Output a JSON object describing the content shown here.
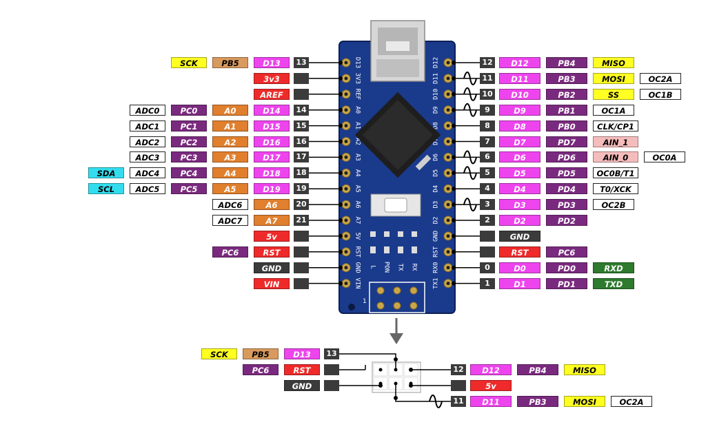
{
  "colors": {
    "yellow": "#ffff22",
    "orange": "#e07f2d",
    "ltorange": "#d99a5e",
    "magenta": "#ee44ee",
    "purple": "#7a2a7e",
    "red": "#ee2a2a",
    "dark": "#3b3b3b",
    "white": "#ffffff",
    "cyan": "#33ddee",
    "pink": "#f5bcbc",
    "green": "#2e7a2e",
    "board": "#1a3a8c"
  },
  "left_rows": [
    {
      "pin": "13",
      "labels": [
        {
          "t": "D13",
          "c": "magenta"
        },
        {
          "t": "PB5",
          "c": "ltorange"
        },
        {
          "t": "SCK",
          "c": "yellow"
        }
      ]
    },
    {
      "pin": "",
      "labels": [
        {
          "t": "3v3",
          "c": "red"
        }
      ]
    },
    {
      "pin": "",
      "labels": [
        {
          "t": "AREF",
          "c": "red"
        }
      ]
    },
    {
      "pin": "14",
      "labels": [
        {
          "t": "D14",
          "c": "magenta"
        },
        {
          "t": "A0",
          "c": "orange"
        },
        {
          "t": "PC0",
          "c": "purple"
        },
        {
          "t": "ADC0",
          "c": "white"
        }
      ]
    },
    {
      "pin": "15",
      "labels": [
        {
          "t": "D15",
          "c": "magenta"
        },
        {
          "t": "A1",
          "c": "orange"
        },
        {
          "t": "PC1",
          "c": "purple"
        },
        {
          "t": "ADC1",
          "c": "white"
        }
      ]
    },
    {
      "pin": "16",
      "labels": [
        {
          "t": "D16",
          "c": "magenta"
        },
        {
          "t": "A2",
          "c": "orange"
        },
        {
          "t": "PC2",
          "c": "purple"
        },
        {
          "t": "ADC2",
          "c": "white"
        }
      ]
    },
    {
      "pin": "17",
      "labels": [
        {
          "t": "D17",
          "c": "magenta"
        },
        {
          "t": "A3",
          "c": "orange"
        },
        {
          "t": "PC3",
          "c": "purple"
        },
        {
          "t": "ADC3",
          "c": "white"
        }
      ]
    },
    {
      "pin": "18",
      "labels": [
        {
          "t": "D18",
          "c": "magenta"
        },
        {
          "t": "A4",
          "c": "orange"
        },
        {
          "t": "PC4",
          "c": "purple"
        },
        {
          "t": "ADC4",
          "c": "white"
        },
        {
          "t": "SDA",
          "c": "cyan"
        }
      ]
    },
    {
      "pin": "19",
      "labels": [
        {
          "t": "D19",
          "c": "magenta"
        },
        {
          "t": "A5",
          "c": "orange"
        },
        {
          "t": "PC5",
          "c": "purple"
        },
        {
          "t": "ADC5",
          "c": "white"
        },
        {
          "t": "SCL",
          "c": "cyan"
        }
      ]
    },
    {
      "pin": "20",
      "labels": [
        {
          "t": "A6",
          "c": "orange"
        },
        {
          "t": "ADC6",
          "c": "white"
        }
      ]
    },
    {
      "pin": "21",
      "labels": [
        {
          "t": "A7",
          "c": "orange"
        },
        {
          "t": "ADC7",
          "c": "white"
        }
      ]
    },
    {
      "pin": "",
      "labels": [
        {
          "t": "5v",
          "c": "red"
        }
      ]
    },
    {
      "pin": "",
      "labels": [
        {
          "t": "RST",
          "c": "red"
        },
        {
          "t": "PC6",
          "c": "purple"
        }
      ]
    },
    {
      "pin": "",
      "labels": [
        {
          "t": "GND",
          "c": "dark"
        }
      ]
    },
    {
      "pin": "",
      "labels": [
        {
          "t": "VIN",
          "c": "red"
        }
      ]
    }
  ],
  "right_rows": [
    {
      "pin": "12",
      "pwm": false,
      "labels": [
        {
          "t": "D12",
          "c": "magenta"
        },
        {
          "t": "PB4",
          "c": "purple"
        },
        {
          "t": "MISO",
          "c": "yellow"
        }
      ]
    },
    {
      "pin": "11",
      "pwm": true,
      "labels": [
        {
          "t": "D11",
          "c": "magenta"
        },
        {
          "t": "PB3",
          "c": "purple"
        },
        {
          "t": "MOSI",
          "c": "yellow"
        },
        {
          "t": "OC2A",
          "c": "white"
        }
      ]
    },
    {
      "pin": "10",
      "pwm": true,
      "labels": [
        {
          "t": "D10",
          "c": "magenta"
        },
        {
          "t": "PB2",
          "c": "purple"
        },
        {
          "t": "SS",
          "c": "yellow"
        },
        {
          "t": "OC1B",
          "c": "white"
        }
      ]
    },
    {
      "pin": "9",
      "pwm": true,
      "labels": [
        {
          "t": "D9",
          "c": "magenta"
        },
        {
          "t": "PB1",
          "c": "purple"
        },
        {
          "t": "OC1A",
          "c": "white"
        }
      ]
    },
    {
      "pin": "8",
      "pwm": false,
      "labels": [
        {
          "t": "D8",
          "c": "magenta"
        },
        {
          "t": "PB0",
          "c": "purple"
        },
        {
          "t": "CLK/CP1",
          "c": "white"
        }
      ]
    },
    {
      "pin": "7",
      "pwm": false,
      "labels": [
        {
          "t": "D7",
          "c": "magenta"
        },
        {
          "t": "PD7",
          "c": "purple"
        },
        {
          "t": "AIN_1",
          "c": "pink"
        }
      ]
    },
    {
      "pin": "6",
      "pwm": true,
      "labels": [
        {
          "t": "D6",
          "c": "magenta"
        },
        {
          "t": "PD6",
          "c": "purple"
        },
        {
          "t": "AIN_0",
          "c": "pink"
        },
        {
          "t": "OC0A",
          "c": "white"
        }
      ]
    },
    {
      "pin": "5",
      "pwm": true,
      "labels": [
        {
          "t": "D5",
          "c": "magenta"
        },
        {
          "t": "PD5",
          "c": "purple"
        },
        {
          "t": "OC0B/T1",
          "c": "white"
        }
      ]
    },
    {
      "pin": "4",
      "pwm": false,
      "labels": [
        {
          "t": "D4",
          "c": "magenta"
        },
        {
          "t": "PD4",
          "c": "purple"
        },
        {
          "t": "T0/XCK",
          "c": "white"
        }
      ]
    },
    {
      "pin": "3",
      "pwm": true,
      "labels": [
        {
          "t": "D3",
          "c": "magenta"
        },
        {
          "t": "PD3",
          "c": "purple"
        },
        {
          "t": "OC2B",
          "c": "white"
        }
      ]
    },
    {
      "pin": "2",
      "pwm": false,
      "labels": [
        {
          "t": "D2",
          "c": "magenta"
        },
        {
          "t": "PD2",
          "c": "purple"
        }
      ]
    },
    {
      "pin": "",
      "pwm": false,
      "labels": [
        {
          "t": "GND",
          "c": "dark"
        }
      ]
    },
    {
      "pin": "",
      "pwm": false,
      "labels": [
        {
          "t": "RST",
          "c": "red"
        },
        {
          "t": "PC6",
          "c": "purple"
        }
      ]
    },
    {
      "pin": "0",
      "pwm": false,
      "labels": [
        {
          "t": "D0",
          "c": "magenta"
        },
        {
          "t": "PD0",
          "c": "purple"
        },
        {
          "t": "RXD",
          "c": "green"
        }
      ]
    },
    {
      "pin": "1",
      "pwm": false,
      "labels": [
        {
          "t": "D1",
          "c": "magenta"
        },
        {
          "t": "PD1",
          "c": "purple"
        },
        {
          "t": "TXD",
          "c": "green"
        }
      ]
    }
  ],
  "board": {
    "left_silk": [
      "D13",
      "3V3",
      "REF",
      "A0",
      "A1",
      "A2",
      "A3",
      "A4",
      "A5",
      "A6",
      "A7",
      "5V",
      "RST",
      "GND",
      "VIN"
    ],
    "right_silk": [
      "D12",
      "D11",
      "D10",
      "D9",
      "D8",
      "D7",
      "D6",
      "D5",
      "D4",
      "D3",
      "D2",
      "GND",
      "RST",
      "RX0",
      "TX1"
    ],
    "led_labels": [
      "L",
      "PON",
      "TX",
      "RX"
    ],
    "icsp_number": "1"
  },
  "icsp": {
    "left_rows": [
      {
        "pin": "13",
        "labels": [
          {
            "t": "D13",
            "c": "magenta"
          },
          {
            "t": "PB5",
            "c": "ltorange"
          },
          {
            "t": "SCK",
            "c": "yellow"
          }
        ]
      },
      {
        "pin": "",
        "labels": [
          {
            "t": "RST",
            "c": "red"
          },
          {
            "t": "PC6",
            "c": "purple"
          }
        ]
      },
      {
        "pin": "",
        "labels": [
          {
            "t": "GND",
            "c": "dark"
          }
        ]
      }
    ],
    "right_rows": [
      {
        "pin": "12",
        "pwm": false,
        "labels": [
          {
            "t": "D12",
            "c": "magenta"
          },
          {
            "t": "PB4",
            "c": "purple"
          },
          {
            "t": "MISO",
            "c": "yellow"
          }
        ]
      },
      {
        "pin": "",
        "pwm": false,
        "labels": [
          {
            "t": "5v",
            "c": "red"
          }
        ]
      },
      {
        "pin": "11",
        "pwm": true,
        "labels": [
          {
            "t": "D11",
            "c": "magenta"
          },
          {
            "t": "PB3",
            "c": "purple"
          },
          {
            "t": "MOSI",
            "c": "yellow"
          },
          {
            "t": "OC2A",
            "c": "white"
          }
        ]
      }
    ]
  }
}
